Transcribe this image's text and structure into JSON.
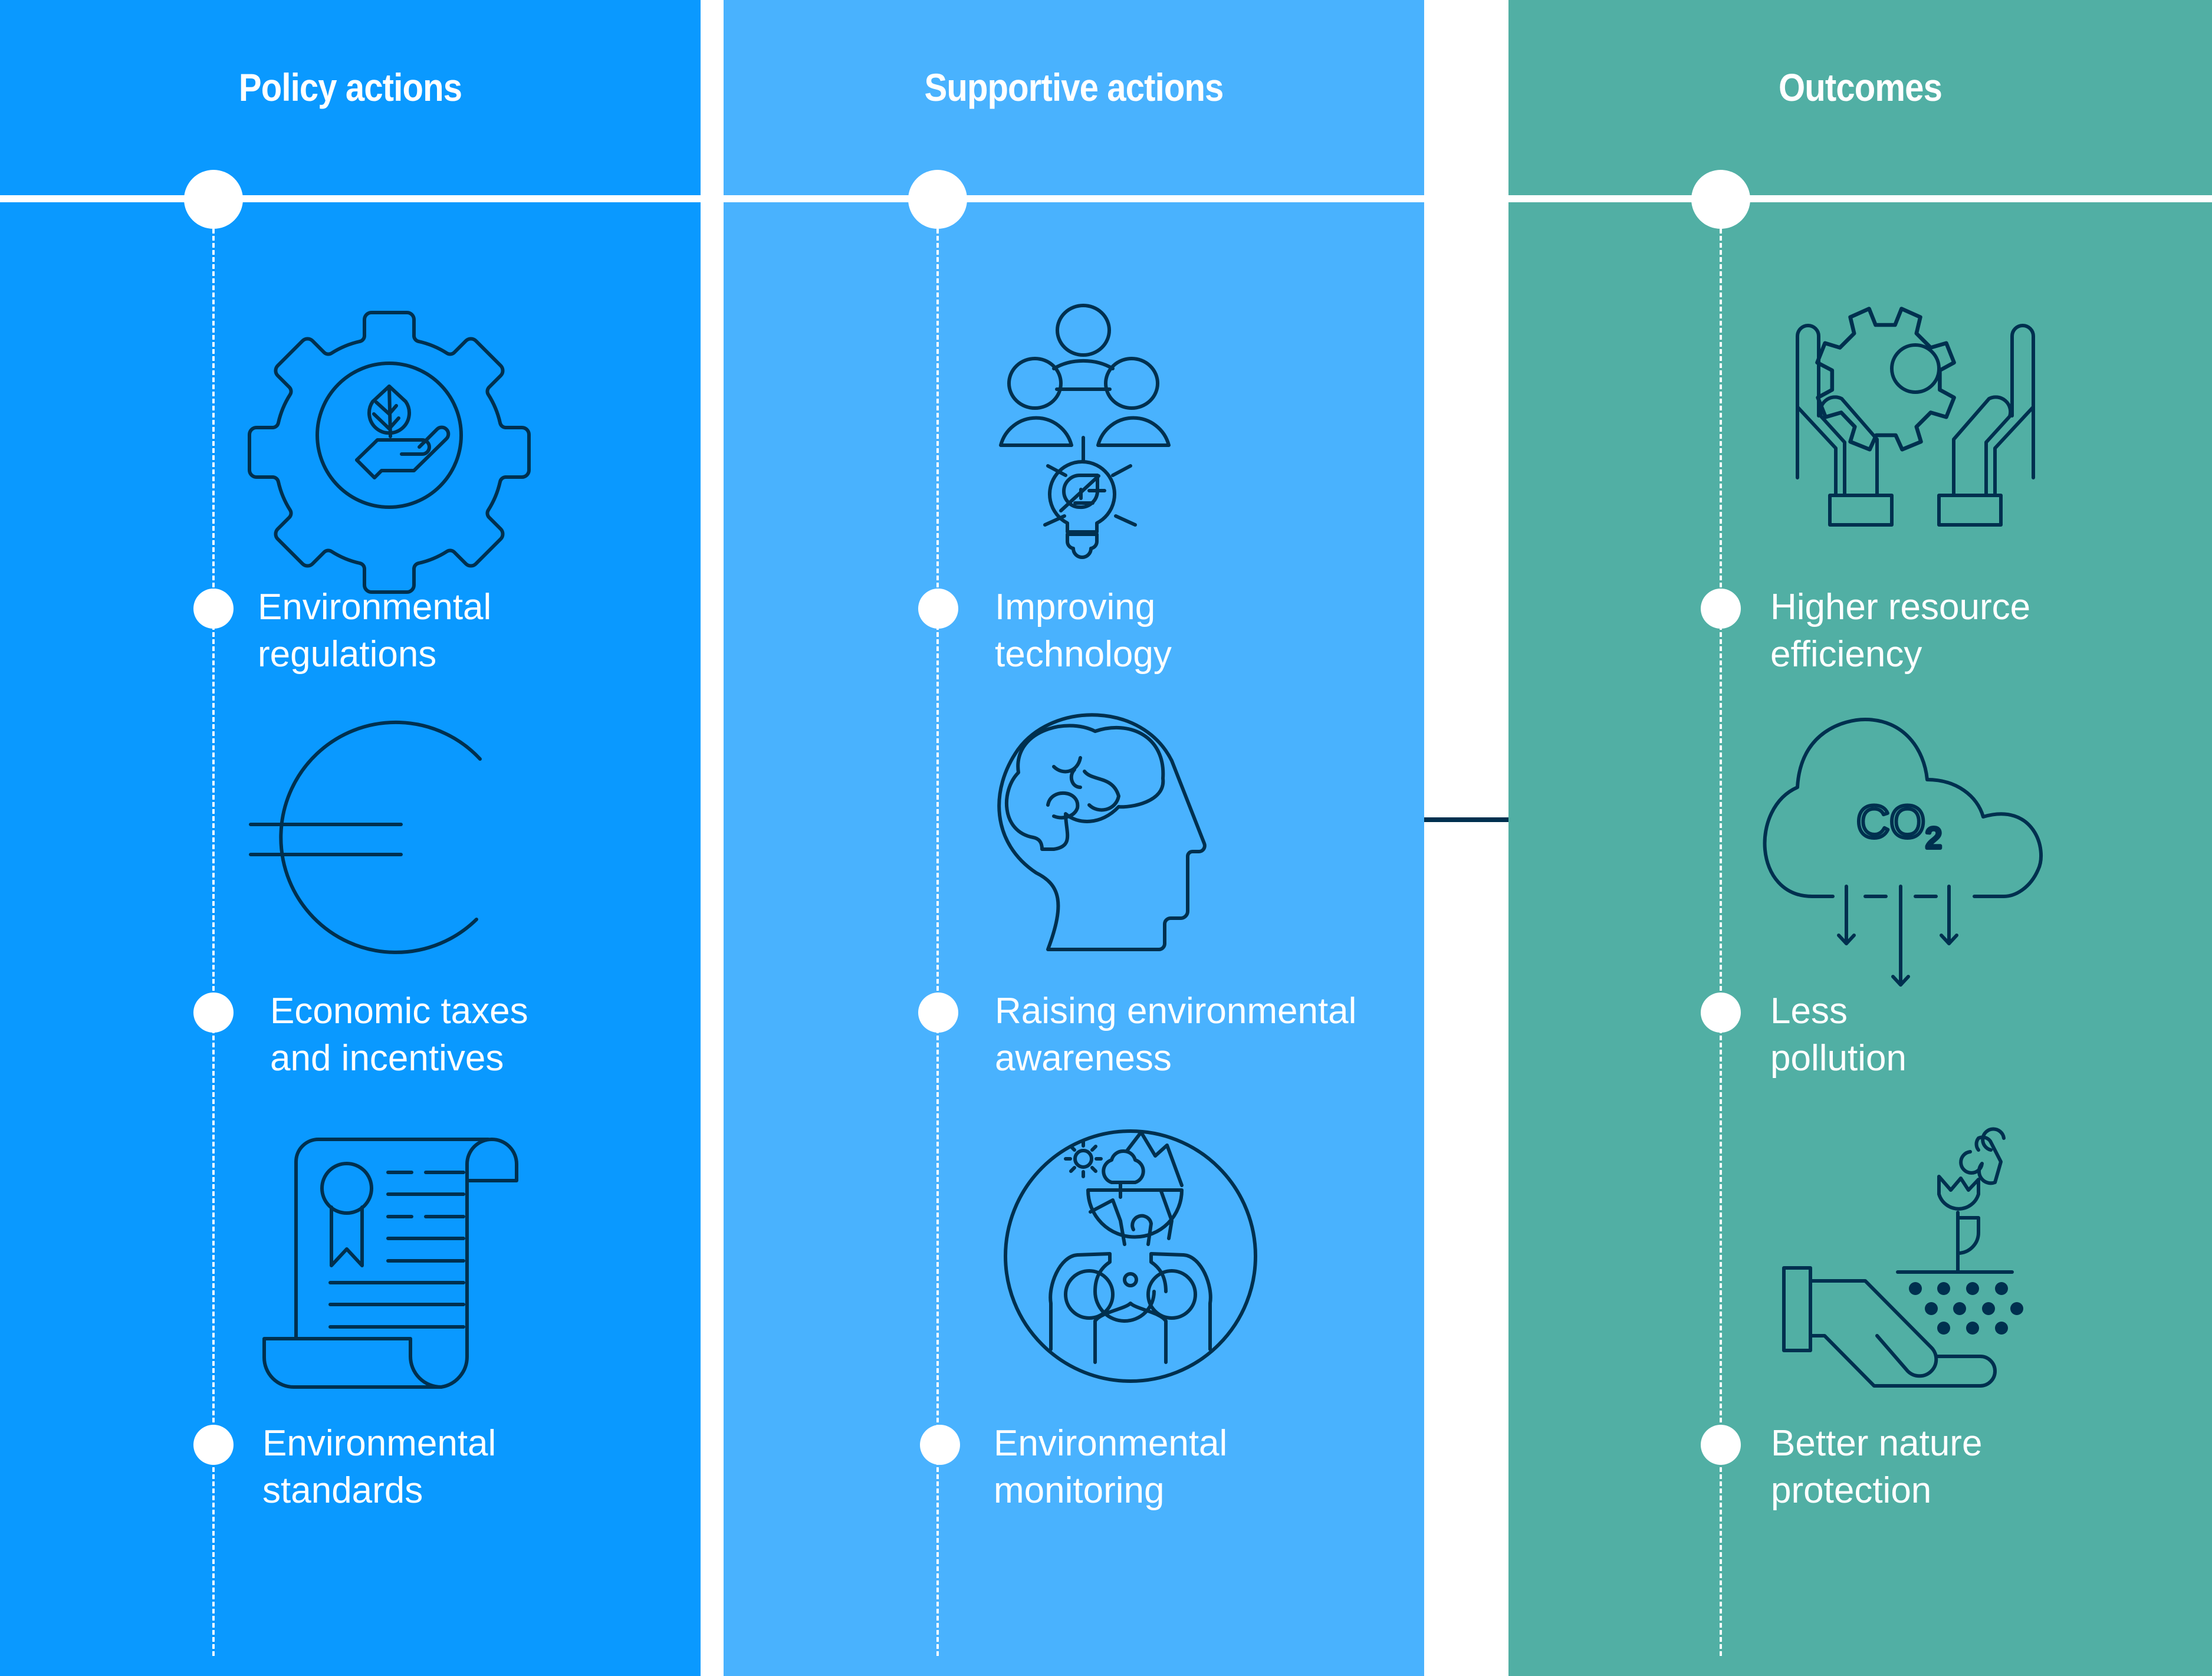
{
  "columns": [
    {
      "title": "Policy actions",
      "color": "#0a99ff",
      "items": [
        {
          "label": "Environmental\nregulations",
          "icon": "gear-with-hand-leaf-icon"
        },
        {
          "label": "Economic taxes\nand incentives",
          "icon": "euro-icon"
        },
        {
          "label": "Environmental\nstandards",
          "icon": "certificate-scroll-icon"
        }
      ]
    },
    {
      "title": "Supportive actions",
      "color": "#49b2fe",
      "items": [
        {
          "label": "Improving\ntechnology",
          "icon": "people-idea-bulb-icon"
        },
        {
          "label": "Raising environmental\nawareness",
          "icon": "head-brain-icon"
        },
        {
          "label": "Environmental\nmonitoring",
          "icon": "binoculars-earth-icon"
        }
      ]
    },
    {
      "title": "Outcomes",
      "color": "#51afa4",
      "items": [
        {
          "label": "Higher resource\nefficiency",
          "icon": "hands-gear-icon"
        },
        {
          "label": "Less\npollution",
          "icon": "co2-cloud-icon"
        },
        {
          "label": "Better nature\nprotection",
          "icon": "hand-soil-flower-icon"
        }
      ]
    }
  ],
  "co2_label": "CO",
  "co2_subscript": "2",
  "flow_arrow": {
    "from": "Supportive actions",
    "to": "Outcomes",
    "color": "#00304f"
  },
  "icon_stroke_color": "#00304f"
}
